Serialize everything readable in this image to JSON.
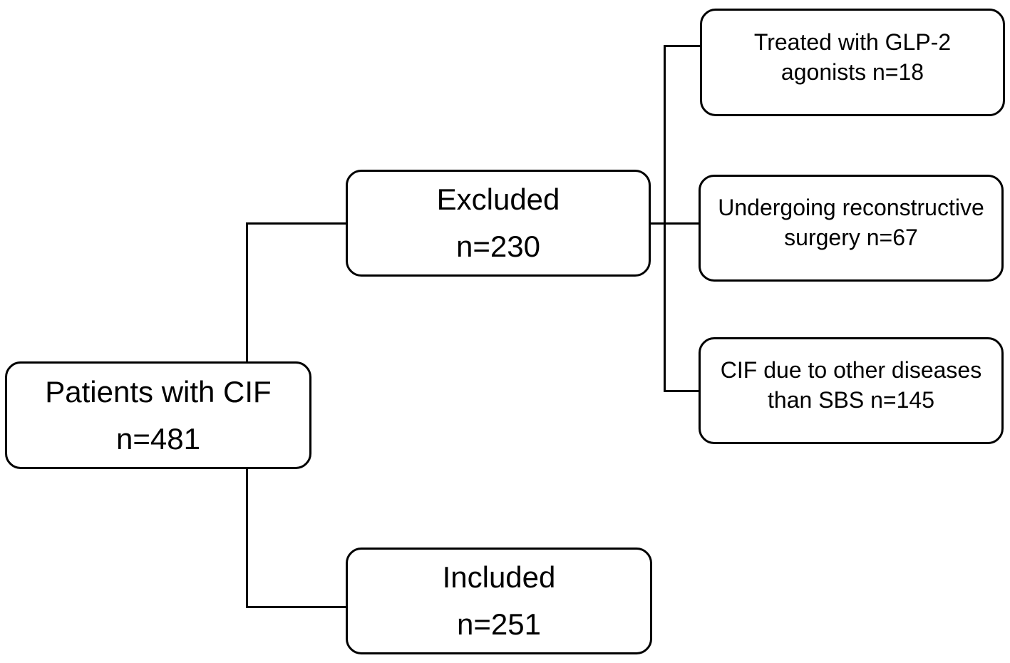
{
  "nodes": {
    "patients": {
      "line1": "Patients with CIF",
      "line2": "n=481"
    },
    "excluded": {
      "line1": "Excluded",
      "line2": "n=230"
    },
    "included": {
      "line1": "Included",
      "line2": "n=251"
    },
    "glp2": {
      "line1": "Treated with GLP-2",
      "line2": "agonists n=18"
    },
    "surgery": {
      "line1": "Undergoing reconstructive",
      "line2": "surgery n=67"
    },
    "other": {
      "line1": "CIF due to other diseases",
      "line2": "than SBS n=145"
    }
  },
  "counts": {
    "patients_with_cif": 481,
    "excluded": 230,
    "included": 251,
    "glp2_agonists": 18,
    "reconstructive_surgery": 67,
    "other_diseases_than_sbs": 145
  },
  "edges": [
    {
      "from": "patients",
      "to": "excluded"
    },
    {
      "from": "patients",
      "to": "included"
    },
    {
      "from": "excluded",
      "to": "glp2"
    },
    {
      "from": "excluded",
      "to": "surgery"
    },
    {
      "from": "excluded",
      "to": "other"
    }
  ],
  "colors": {
    "line": "#000000",
    "text": "#000000",
    "background": "#ffffff"
  }
}
